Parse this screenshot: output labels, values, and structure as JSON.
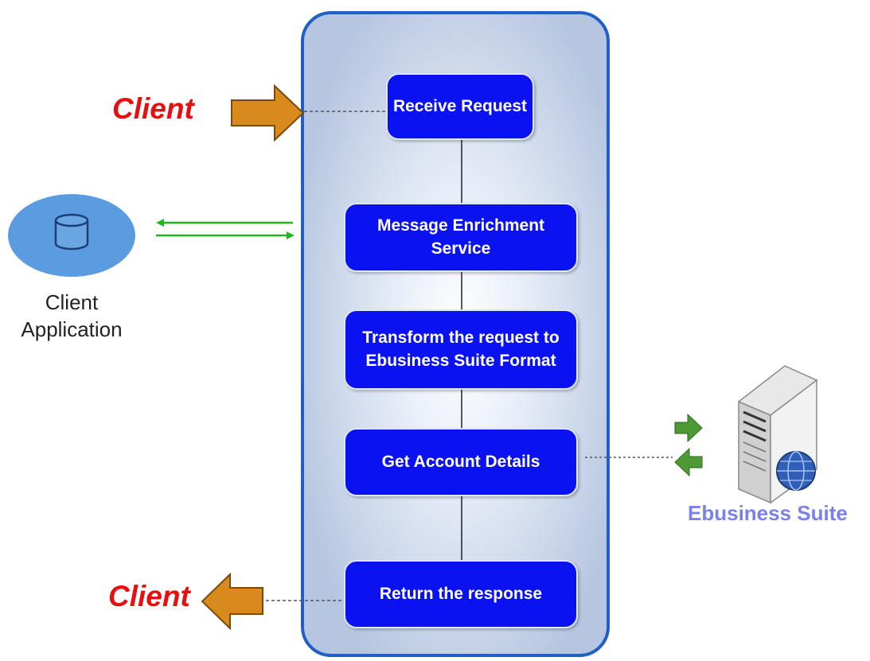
{
  "steps": {
    "receive": "Receive Request",
    "enrich": "Message Enrichment Service",
    "transform": "Transform the request to Ebusiness Suite Format",
    "account": "Get Account Details",
    "return": "Return the response"
  },
  "client_in": "Client",
  "client_out": "Client",
  "client_app": "Client Application",
  "ebusiness": "Ebusiness Suite",
  "colors": {
    "step_fill": "#0a12f2",
    "lane_border": "#1f5fc6",
    "client_text": "#e61010",
    "orange_arrow": "#d88a1c",
    "green_arrow": "#22b422",
    "ebs_text": "#7a82ea"
  }
}
